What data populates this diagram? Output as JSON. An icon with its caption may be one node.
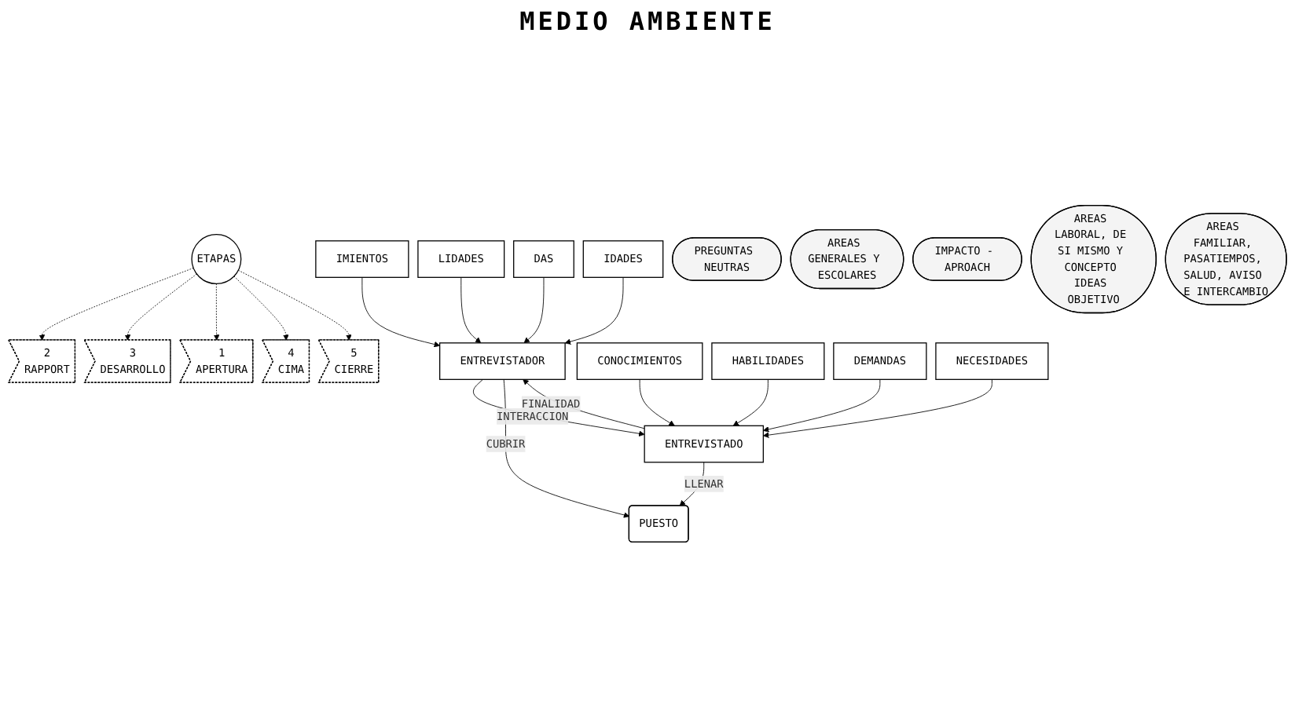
{
  "diagram": {
    "title": "MEDIO AMBIENTE",
    "nodes": [
      {
        "text": [
          "IMIENTOS"
        ]
      },
      {
        "text": [
          "LIDADES"
        ]
      },
      {
        "text": [
          "DAS"
        ]
      },
      {
        "text": [
          "IDADES"
        ]
      },
      {
        "text": [
          "ENTREVISTADOR"
        ]
      },
      {
        "text": [
          "PREGUNTAS NEUTRAS"
        ]
      },
      {
        "text": [
          "AREAS GENERALES Y ESCOLARES"
        ]
      },
      {
        "text": [
          "IMPACTO - APROACH"
        ]
      },
      {
        "text": [
          "AREAS LABORAL, DE SI MISMO Y CONCEPTO IDEAS OBJETIVO"
        ]
      },
      {
        "text": [
          "AREAS FAMILIAR, PASATIEMPOS, SALUD, AVISO E INTERCAMBIO"
        ]
      },
      {
        "text": [
          "ETAPAS"
        ]
      },
      {
        "text": [
          "2",
          "RAPPORT"
        ]
      },
      {
        "text": [
          "3",
          "DESARROLLO"
        ]
      },
      {
        "text": [
          "1",
          "APERTURA"
        ]
      },
      {
        "text": [
          "4",
          "CIMA"
        ]
      },
      {
        "text": [
          "5",
          "CIERRE"
        ]
      },
      {
        "text": [
          "ENTREVISTADO"
        ]
      },
      {
        "text": [
          "CONOCIMIENTOS"
        ]
      },
      {
        "text": [
          "HABILIDADES"
        ]
      },
      {
        "text": [
          "DEMANDAS"
        ]
      },
      {
        "text": [
          "NECESIDADES"
        ]
      },
      {
        "text": [
          "PUESTO"
        ]
      }
    ],
    "edges": [
      {
        "from": 0,
        "to": 4,
        "arrow": "to"
      },
      {
        "from": 1,
        "to": 4,
        "arrow": "to"
      },
      {
        "from": 2,
        "to": 4,
        "arrow": "to"
      },
      {
        "from": 3,
        "to": 4,
        "arrow": "to"
      },
      {
        "from": 4,
        "to": 16,
        "arrow": "to",
        "label": "INTERACCION"
      },
      {
        "from": 16,
        "to": 4,
        "arrow": "to",
        "label": "FINALIDAD"
      },
      {
        "from": 10,
        "to": 11,
        "arrow": "to",
        "style": "dashed"
      },
      {
        "from": 10,
        "to": 12,
        "arrow": "to",
        "style": "dashed"
      },
      {
        "from": 10,
        "to": 13,
        "arrow": "to",
        "style": "dashed"
      },
      {
        "from": 10,
        "to": 14,
        "arrow": "to",
        "style": "dashed"
      },
      {
        "from": 10,
        "to": 15,
        "arrow": "to",
        "style": "dashed"
      },
      {
        "from": 17,
        "to": 16,
        "arrow": "to"
      },
      {
        "from": 18,
        "to": 16,
        "arrow": "to"
      },
      {
        "from": 19,
        "to": 16,
        "arrow": "to"
      },
      {
        "from": 20,
        "to": 16,
        "arrow": "to"
      },
      {
        "from": 4,
        "to": 21,
        "arrow": "to",
        "label": "CUBRIR"
      },
      {
        "from": 16,
        "to": 21,
        "arrow": "to",
        "label": "LLENAR"
      }
    ]
  }
}
